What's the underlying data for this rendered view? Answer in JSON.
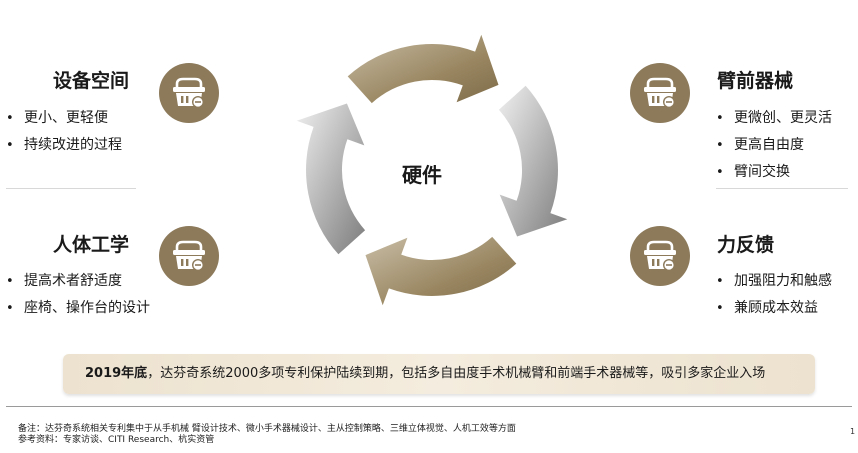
{
  "center": {
    "label": "硬件"
  },
  "sections": {
    "top_left": {
      "title": "设备空间",
      "bullets": [
        "更小、更轻便",
        "持续改进的过程"
      ]
    },
    "bottom_left": {
      "title": "人体工学",
      "bullets": [
        "提高术者舒适度",
        "座椅、操作台的设计"
      ]
    },
    "top_right": {
      "title": "臂前器械",
      "bullets": [
        "更微创、更灵活",
        "更高自由度",
        "臂间交换"
      ]
    },
    "bottom_right": {
      "title": "力反馈",
      "bullets": [
        "加强阻力和触感",
        "兼顾成本效益"
      ]
    }
  },
  "banner": {
    "year": "2019年底",
    "text": "，达芬奇系统2000多项专利保护陆续到期，包括多自由度手术机械臂和前端手术器械等，吸引多家企业入场"
  },
  "footer": {
    "note": "备注：达芬奇系统相关专利集中于从手机械 臂设计技术、微小手术器械设计、主从控制策略、三维立体视觉、人机工效等方面",
    "source": "参考资料：专家访谈、CITI Research、杭实资管"
  },
  "page_number": "1",
  "colors": {
    "accent": "#8c7a5b",
    "arrow_gold": "#9c8a68",
    "arrow_gray": "#a6a6a6",
    "banner": "#efe5d3"
  },
  "icons": [
    "basket-icon"
  ]
}
